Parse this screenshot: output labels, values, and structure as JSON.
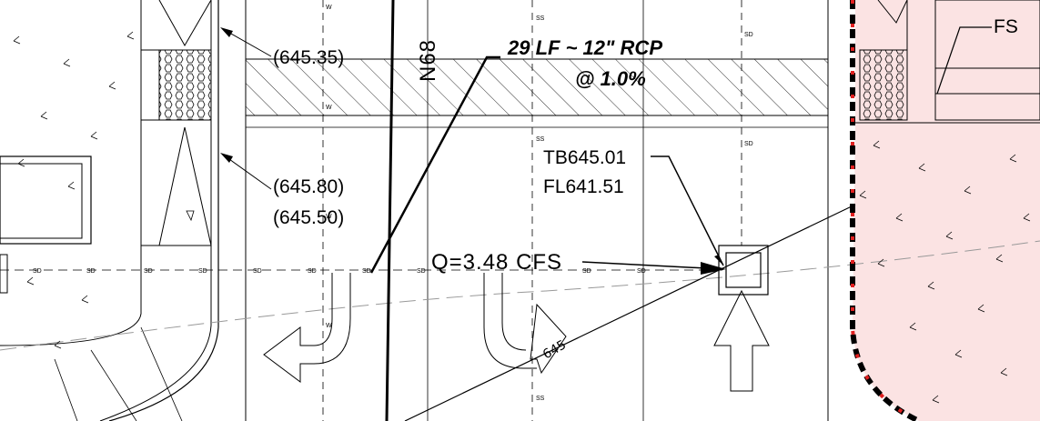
{
  "labels": {
    "elev_1": "(645.35)",
    "elev_2": "(645.80)",
    "elev_3": "(645.50)",
    "pipe_line1": "29 LF ~ 12\" RCP",
    "pipe_line2": "@ 1.0%",
    "tb": "TB645.01",
    "fl": "FL641.51",
    "flow": "Q=3.48 CFS",
    "contour": "645",
    "fs": "FS",
    "bearing": "N68"
  },
  "line_tags": {
    "sd": "SD",
    "ss": "SS",
    "w": "W"
  },
  "colors": {
    "line": "#000000",
    "gray": "#888888",
    "pink_fill": "#fbe3e3",
    "red_dash": "#e02020"
  }
}
